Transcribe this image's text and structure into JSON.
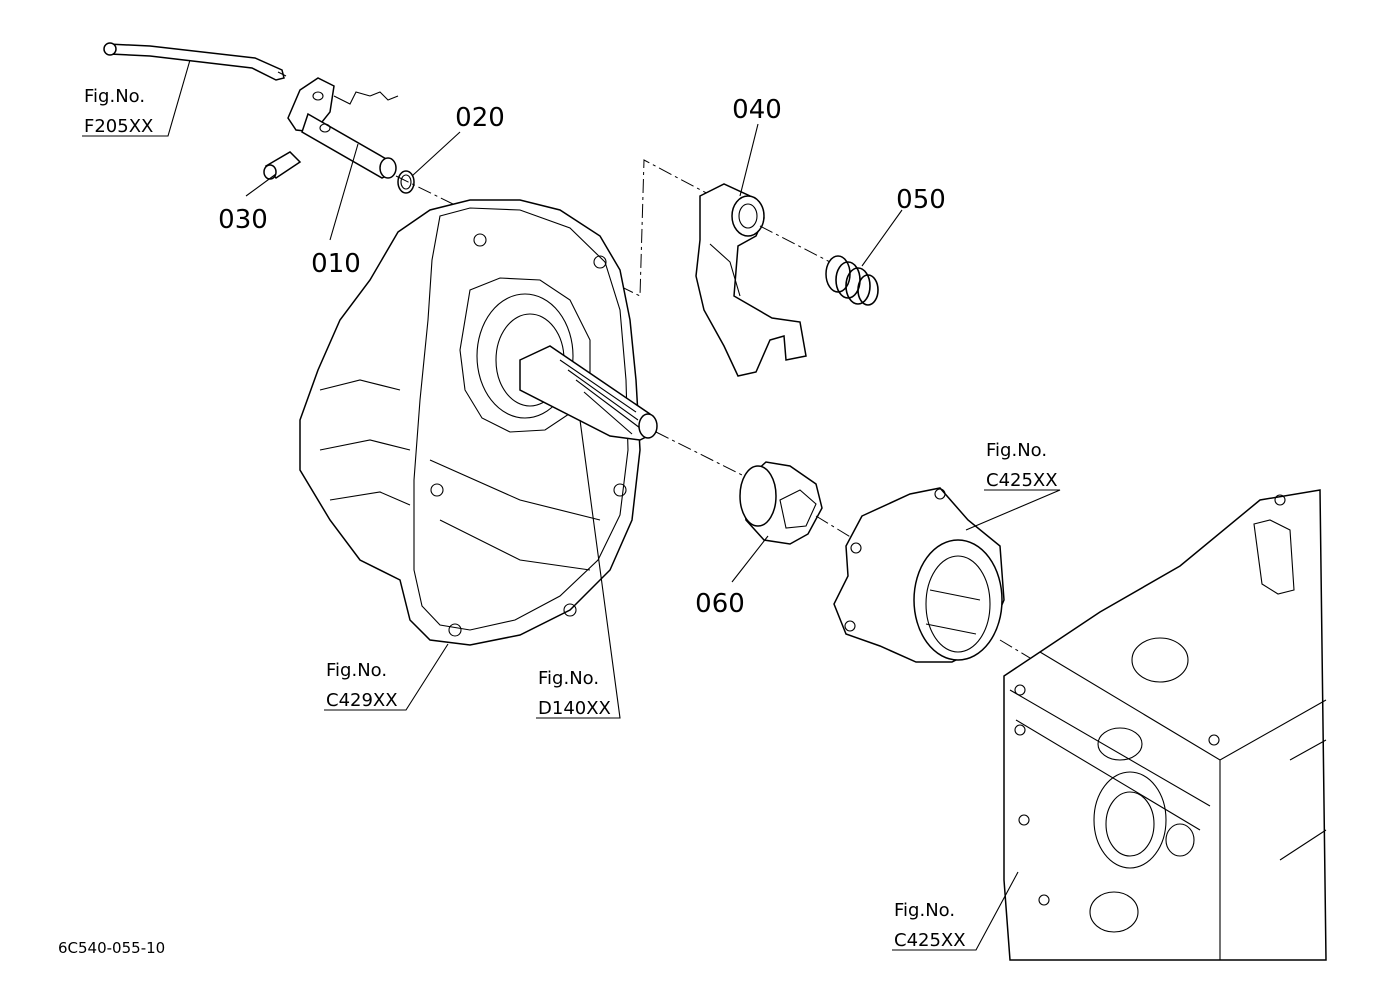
{
  "parts": {
    "p010": "010",
    "p020": "020",
    "p030": "030",
    "p040": "040",
    "p050": "050",
    "p060": "060"
  },
  "figure_refs": {
    "f205": {
      "label": "Fig.No.",
      "code": "F205XX"
    },
    "c429": {
      "label": "Fig.No.",
      "code": "C429XX"
    },
    "d140": {
      "label": "Fig.No.",
      "code": "D140XX"
    },
    "c425_top": {
      "label": "Fig.No.",
      "code": "C425XX"
    },
    "c425_bottom": {
      "label": "Fig.No.",
      "code": "C425XX"
    }
  },
  "drawing_code": "6C540-055-10"
}
